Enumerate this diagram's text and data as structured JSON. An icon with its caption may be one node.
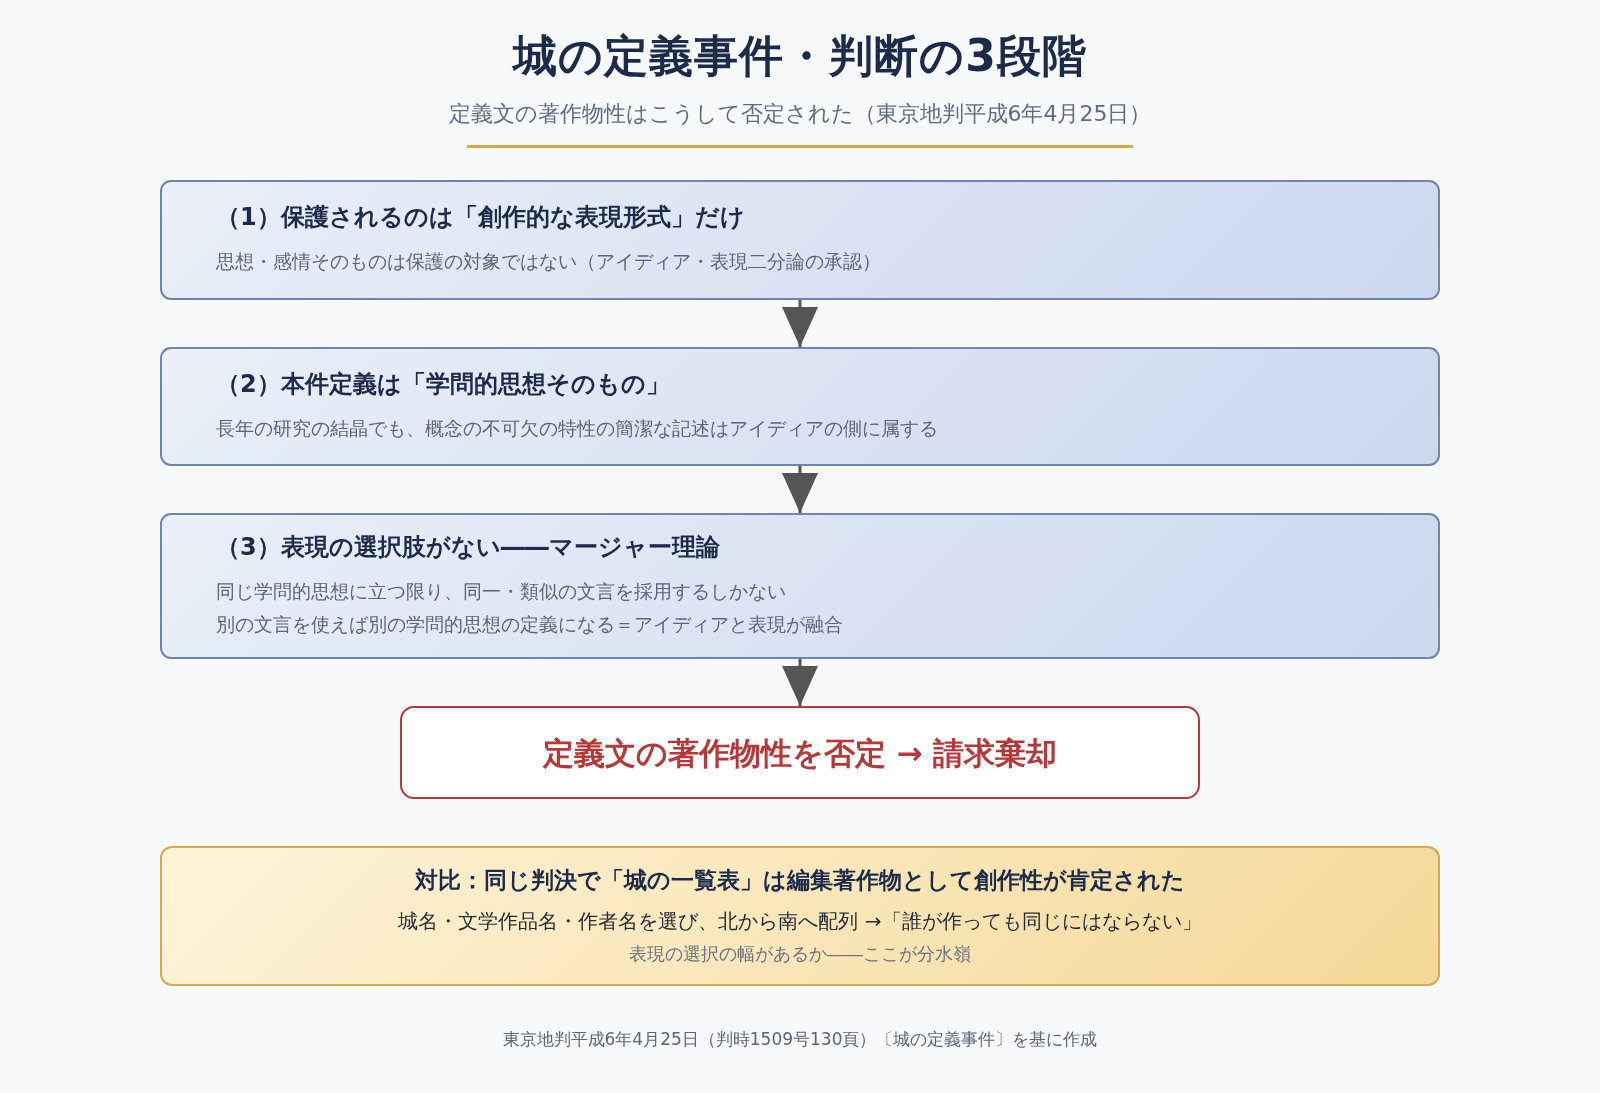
{
  "diagram": {
    "title": "城の定義事件・判断の3段階",
    "caption": "東京地判平成6年4月25日（判時1509号130頁）〔城の定義事件〕を基に作成",
    "nodes": [
      {
        "text": [
          "（1）保護されるのは「創作的な表現形式」だけ",
          "思想・感情そのものは保護の対象ではない（アイディア・表現二分論の承認）"
        ]
      },
      {
        "text": [
          "（2）本件定義は「学問的思想そのもの」",
          "長年の研究の結晶でも、概念の不可欠の特性の簡潔な記述はアイディアの側に属する"
        ]
      },
      {
        "text": [
          "（3）表現の選択肢がない――マージャー理論",
          "同じ学問的思想に立つ限り、同一・類似の文言を採用するしかない",
          "別の文言を使えば別の学問的思想の定義になる＝アイディアと表現が融合"
        ]
      },
      {
        "text": [
          "定義文の著作物性を否定 → 請求棄却"
        ]
      },
      {
        "text": [
          "対比：同じ判決で「城の一覧表」は編集著作物として創作性が肯定された",
          "城名・文学作品名・作者名を選び、北から南へ配列 →「誰が作っても同じにはならない」",
          "表現の選択の幅があるか――ここが分水嶺"
        ]
      }
    ],
    "edges": [
      {
        "from": 0,
        "to": 1,
        "arrow": "to"
      },
      {
        "from": 1,
        "to": 2,
        "arrow": "to"
      },
      {
        "from": 2,
        "to": 3,
        "arrow": "to"
      }
    ],
    "labels": [
      "定義文の著作物性はこうして否定された（東京地判平成6年4月25日）"
    ]
  }
}
